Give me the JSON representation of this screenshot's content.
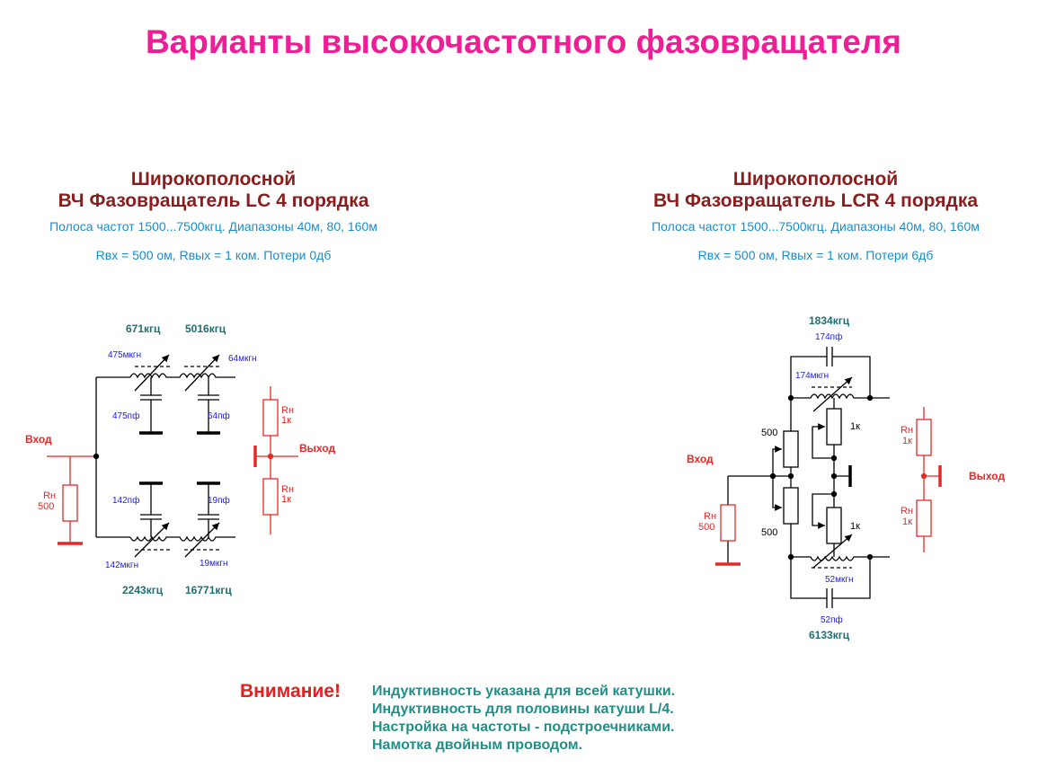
{
  "title": "Варианты высокочастотного фазовращателя",
  "left": {
    "heading1": "Широкополосной",
    "heading2": "ВЧ Фазовращатель LC 4 порядка",
    "band": "Полоса частот 1500...7500кгц. Диапазоны 40м, 80, 160м",
    "params": "Rвх = 500 ом,  Rвых = 1 ком.   Потери 0дб",
    "freqs_top": [
      "671кгц",
      "5016кгц"
    ],
    "freqs_bottom": [
      "2243кгц",
      "16771кгц"
    ],
    "inductors": [
      "475мкгн",
      "64мкгн",
      "142мкгн",
      "19мкгн"
    ],
    "caps": [
      "475пф",
      "64пф",
      "142пф",
      "19пф"
    ],
    "input_label": "Вход",
    "output_label": "Выход",
    "rin_name": "Rн",
    "rin_value": "500",
    "rout_name": "Rн",
    "rout_value": "1к"
  },
  "right": {
    "heading1": "Широкополосной",
    "heading2": "ВЧ Фазовращатель LCR 4 порядка",
    "band": "Полоса частот 1500...7500кгц. Диапазоны 40м, 80, 160м",
    "params": "Rвх = 500 ом,  Rвых = 1 ком.   Потери 6дб",
    "freq_top": "1834кгц",
    "freq_bottom": "6133кгц",
    "cap_top": "174пф",
    "cap_bottom": "52пф",
    "ind_top": "174мкгн",
    "ind_bottom": "52мкгн",
    "r_500": "500",
    "r_1k": "1к",
    "input_label": "Вход",
    "output_label": "Выход",
    "rin_name": "Rн",
    "rin_value": "500",
    "rout_name": "Rн",
    "rout_value": "1к"
  },
  "warning": {
    "label": "Внимание!",
    "notes": [
      "Индуктивность указана для всей катушки.",
      "Индуктивность для половины катуши L/4.",
      "Настройка на частоты - подстроечниками.",
      "Намотка двойным проводом."
    ]
  },
  "colors": {
    "title": "#ee1e96",
    "heading": "#8b1d1d",
    "spec": "#1a8ccd",
    "red": "#e62828",
    "blue": "#1c1ce6",
    "teal": "#1f6f70"
  }
}
